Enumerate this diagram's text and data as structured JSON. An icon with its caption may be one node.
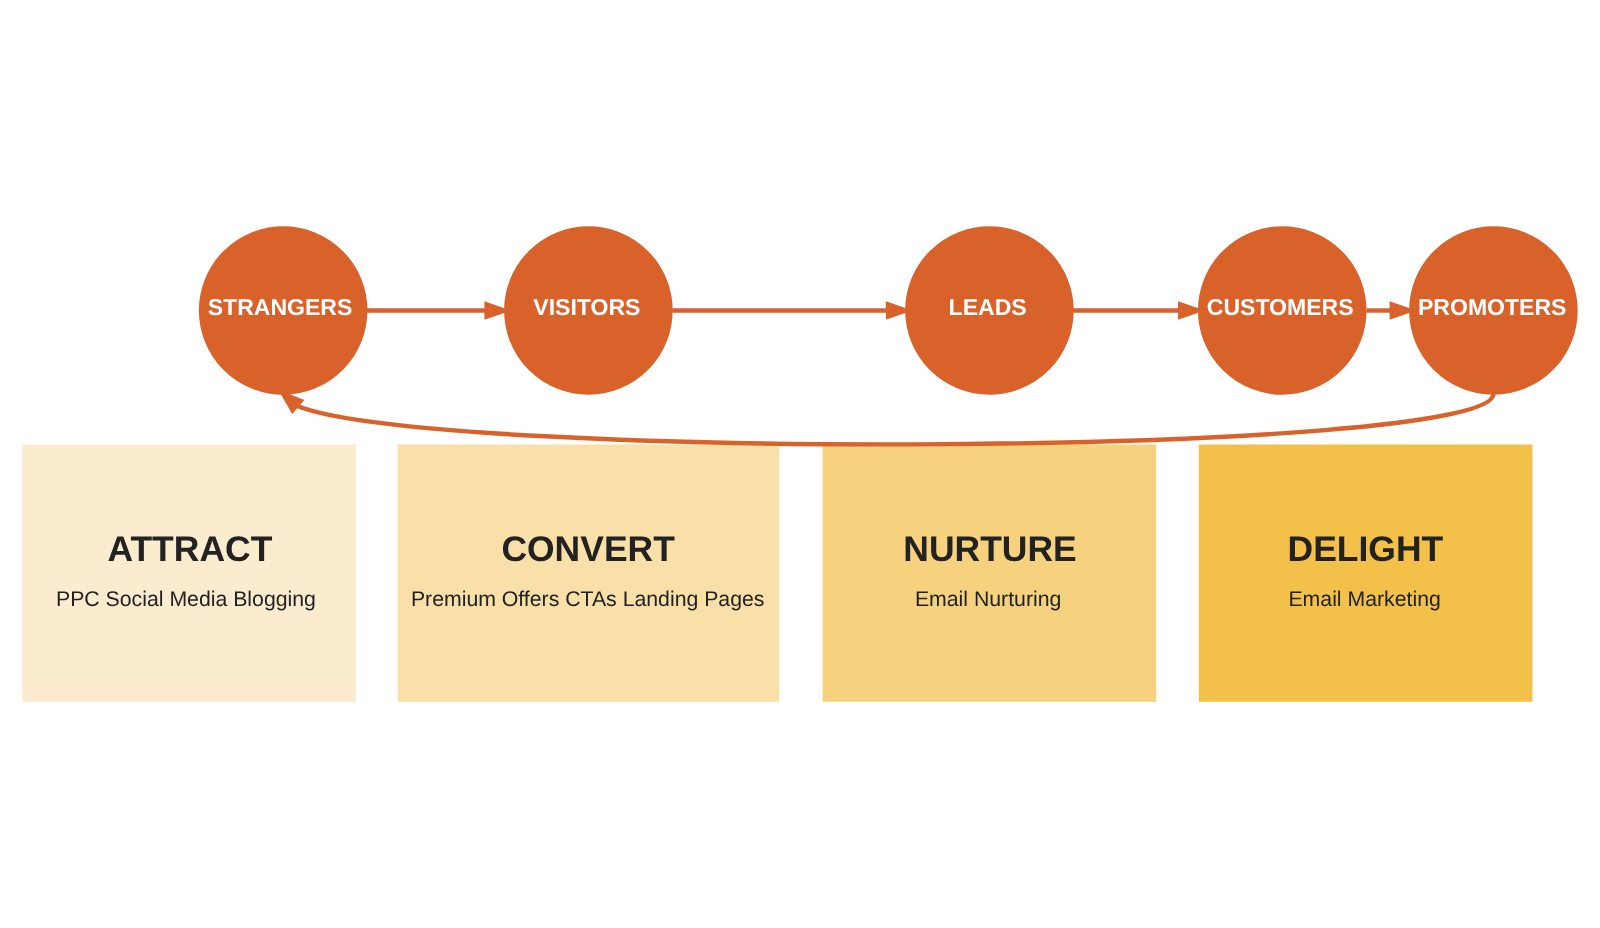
{
  "diagram": {
    "nodes": [
      {
        "text": [
          "ATTRACT",
          "PPC Social Media Blogging"
        ]
      },
      {
        "text": [
          "CONVERT",
          "Premium Offers CTAs Landing Pages"
        ]
      },
      {
        "text": [
          "NURTURE",
          "Email Nurturing"
        ]
      },
      {
        "text": [
          "DELIGHT",
          "Email Marketing"
        ]
      },
      {
        "text": [
          "STRANGERS"
        ]
      },
      {
        "text": [
          "VISITORS"
        ]
      },
      {
        "text": [
          "LEADS"
        ]
      },
      {
        "text": [
          "CUSTOMERS"
        ]
      },
      {
        "text": [
          "PROMOTERS"
        ]
      }
    ],
    "edges": [
      {
        "from": 4,
        "to": 5,
        "arrow": "to"
      },
      {
        "from": 5,
        "to": 6,
        "arrow": "to"
      },
      {
        "from": 6,
        "to": 7,
        "arrow": "to"
      },
      {
        "from": 7,
        "to": 8,
        "arrow": "to"
      },
      {
        "from": 8,
        "to": 4,
        "arrow": "to"
      }
    ]
  }
}
